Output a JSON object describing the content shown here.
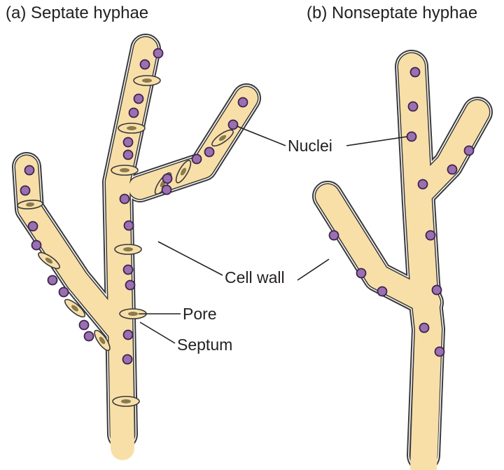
{
  "panels": {
    "a": {
      "title": "(a)  Septate hyphae"
    },
    "b": {
      "title": "(b)  Nonseptate hyphae"
    }
  },
  "labels": {
    "nuclei": "Nuclei",
    "cell_wall": "Cell wall",
    "pore": "Pore",
    "septum": "Septum"
  },
  "colors": {
    "cytoplasm": "#f8dfa8",
    "wall_outline": "#3a3a3a",
    "nucleus_fill": "#9b6fb0",
    "nucleus_stroke": "#3d2450",
    "pore_fill": "#8a7a4e"
  }
}
